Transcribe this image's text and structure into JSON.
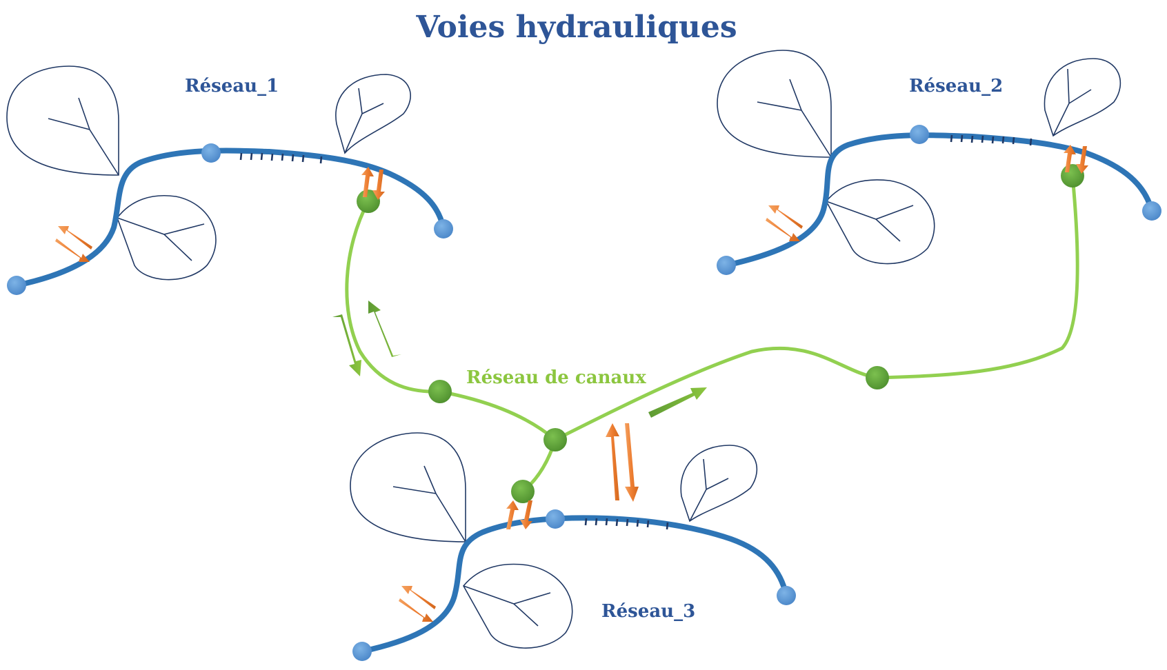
{
  "title": "Voies hydrauliques",
  "networks": [
    {
      "label": "Réseau_1"
    },
    {
      "label": "Réseau_2"
    },
    {
      "label": "Réseau_3"
    }
  ],
  "canal_network": {
    "label": "Réseau de canaux"
  },
  "colors": {
    "title": "#2E5597",
    "river": "#2E75B6",
    "node_blue": "#5B9BD5",
    "leaf_outline": "#203864",
    "canal": "#92D050",
    "node_green": "#5EA438",
    "arrow_orange": "#ED7D31",
    "arrow_green": "#70AD47",
    "label_green": "#8CC63F"
  }
}
